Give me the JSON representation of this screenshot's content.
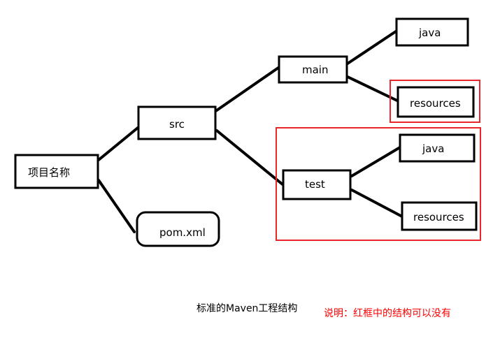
{
  "nodes": {
    "project": "项目名称",
    "src": "src",
    "pom": "pom.xml",
    "main": "main",
    "test": "test",
    "main_java": "java",
    "main_resources": "resources",
    "test_java": "java",
    "test_resources": "resources"
  },
  "caption": "标准的Maven工程结构",
  "note": "说明：红框中的结构可以没有",
  "colors": {
    "box": "#000000",
    "highlight": "#e8262b",
    "note": "#ff0000"
  }
}
